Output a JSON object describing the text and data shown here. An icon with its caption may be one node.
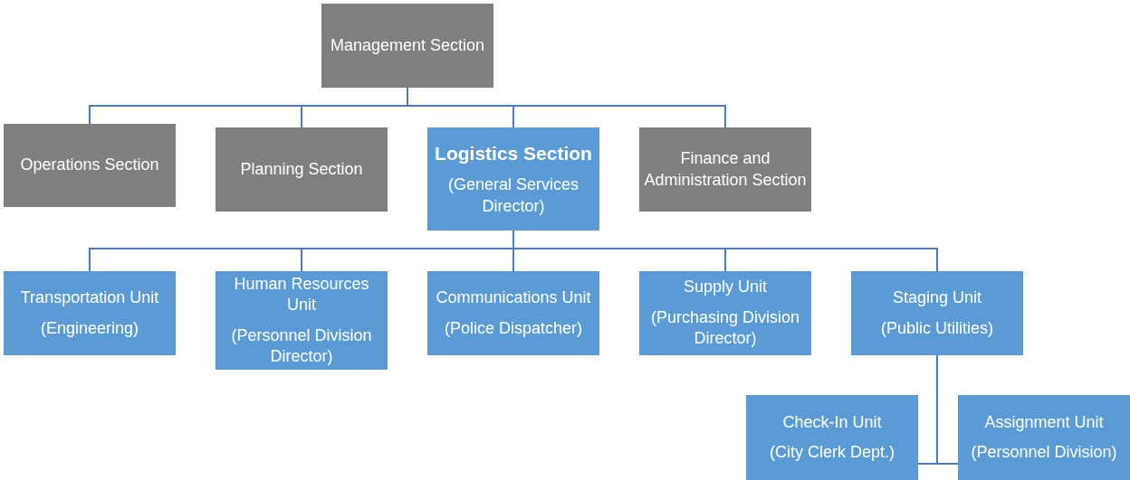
{
  "diagram": {
    "nodes": [
      {
        "text": [
          "Management Section"
        ]
      },
      {
        "text": [
          "Operations Section"
        ]
      },
      {
        "text": [
          "Planning Section"
        ]
      },
      {
        "text": [
          "Logistics Section",
          "(General Services Director)"
        ]
      },
      {
        "text": [
          "Finance and Administration Section"
        ]
      },
      {
        "text": [
          "Transportation Unit",
          "(Engineering)"
        ]
      },
      {
        "text": [
          "Human Resources Unit",
          "(Personnel Division Director)"
        ]
      },
      {
        "text": [
          "Communications Unit",
          "(Police Dispatcher)"
        ]
      },
      {
        "text": [
          "Supply Unit",
          "(Purchasing Division Director)"
        ]
      },
      {
        "text": [
          "Staging Unit",
          "(Public Utilities)"
        ]
      },
      {
        "text": [
          "Check-In Unit",
          "(City Clerk Dept.)"
        ]
      },
      {
        "text": [
          "Assignment Unit",
          "(Personnel Division)"
        ]
      }
    ],
    "edges": [
      {
        "from": 0,
        "to": 1,
        "arrow": "none"
      },
      {
        "from": 0,
        "to": 2,
        "arrow": "none"
      },
      {
        "from": 0,
        "to": 3,
        "arrow": "none"
      },
      {
        "from": 0,
        "to": 4,
        "arrow": "none"
      },
      {
        "from": 3,
        "to": 5,
        "arrow": "none"
      },
      {
        "from": 3,
        "to": 6,
        "arrow": "none"
      },
      {
        "from": 3,
        "to": 7,
        "arrow": "none"
      },
      {
        "from": 3,
        "to": 8,
        "arrow": "none"
      },
      {
        "from": 3,
        "to": 9,
        "arrow": "none"
      },
      {
        "from": 9,
        "to": 10,
        "arrow": "none"
      },
      {
        "from": 9,
        "to": 11,
        "arrow": "none"
      }
    ]
  }
}
